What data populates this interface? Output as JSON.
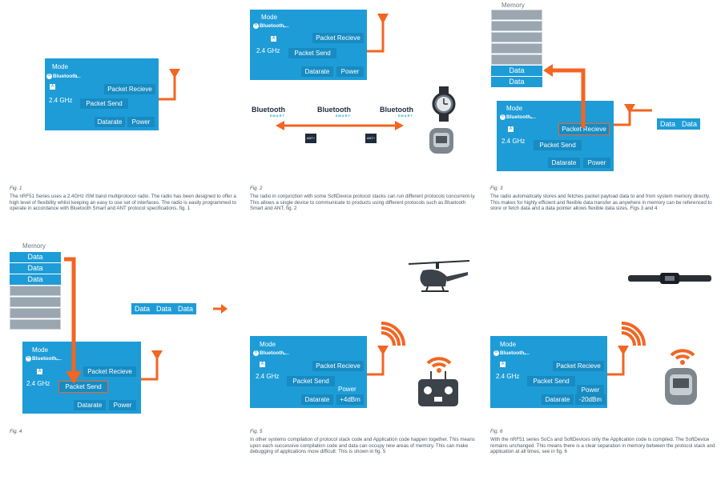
{
  "radio": {
    "mode": "Mode",
    "bluetooth": "Bluetooth",
    "freq": "2.4 GHz",
    "packet_receive": "Packet Recieve",
    "packet_send": "Packet Send",
    "datarate": "Datarate",
    "power": "Power",
    "power_plus4": "+4dBm",
    "power_minus20": "-20dBm"
  },
  "protocols": {
    "bluetooth_logo": "Bluetooth",
    "smart": "SMART",
    "ant": "ANT+"
  },
  "memory": {
    "label": "Memory",
    "data": "Data"
  },
  "figures": [
    {
      "fig": "Fig. 1",
      "text": "The nRF51 Series uses a 2.4GHz ISM band multiprotocol radio. The radio has been designed to offer a high level of flexibility whilst keeping an easy to use set of interfaces. The radio is easily programmed to operate in accordance with Bluetooth Smart and ANT protocol specifications, fig. 1"
    },
    {
      "fig": "Fig. 2",
      "text": "The radio in conjunction with some SoftDevice protocol stacks can run different protocols concurrent-ly. This allows a single device to communicate to products using different protocols such as Bluetooth Smart and ANT, fig. 2"
    },
    {
      "fig": "Fig. 3",
      "text": "The radio automatically stores and fetches packet payload data to and from system memory directly. This makes for highly efficient and flexible data transfer as anywhere in memory can be referenced to store or fetch data and a data pointer allows flexible data sizes. Figs 3 and 4"
    },
    {
      "fig": "Fig. 4",
      "text": ""
    },
    {
      "fig": "Fig. 5",
      "text": "In other systems compilation of protocol stack code and Application code happen together. This means upon each successive compilation code and data can occupy new areas of memory. This can make debugging of applications more difficult. This is shown in fig. 5"
    },
    {
      "fig": "Fig. 6",
      "text": "With the nRF51 series SoCs and SoftDevices only the Application code is compiled. The SoftDevice remains unchanged. This means there is a clear separation in memory between the protocol stack and application at all times, see in fig. 6"
    }
  ],
  "icons": [
    "antenna-icon",
    "watch-icon",
    "helicopter-icon",
    "remote-control-icon",
    "wristband-icon",
    "chest-strap-icon",
    "wifi-signal-icon",
    "arrow-icon"
  ],
  "colors": {
    "blue": "#1e9cd7",
    "orange": "#f26522",
    "dark": "#1e2b3a",
    "grey": "#9aa6b0"
  }
}
